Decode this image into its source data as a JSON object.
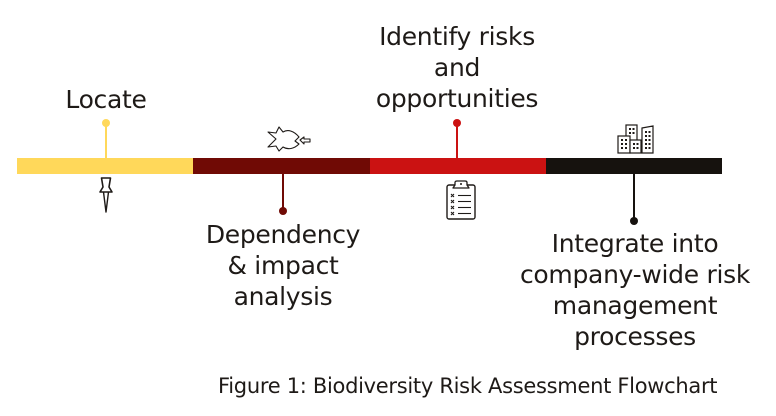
{
  "diagram": {
    "type": "timeline-flowchart",
    "steps": [
      {
        "id": "locate",
        "label_lines": [
          "Locate"
        ],
        "color": "#FFD85A",
        "label_position": "above",
        "icon": "push-pin-icon"
      },
      {
        "id": "dependency",
        "label_lines": [
          "Dependency",
          "& impact",
          "analysis"
        ],
        "color": "#700A05",
        "label_position": "below",
        "icon": "fish-icon"
      },
      {
        "id": "identify",
        "label_lines": [
          "Identify risks",
          "and",
          "opportunities"
        ],
        "color": "#CB1212",
        "label_position": "above",
        "icon": "clipboard-checklist-icon"
      },
      {
        "id": "integrate",
        "label_lines": [
          "Integrate into",
          "company-wide risk",
          "management",
          "processes"
        ],
        "color": "#16120E",
        "label_position": "below",
        "icon": "buildings-icon"
      }
    ]
  },
  "caption": "Figure 1: Biodiversity Risk Assessment Flowchart"
}
